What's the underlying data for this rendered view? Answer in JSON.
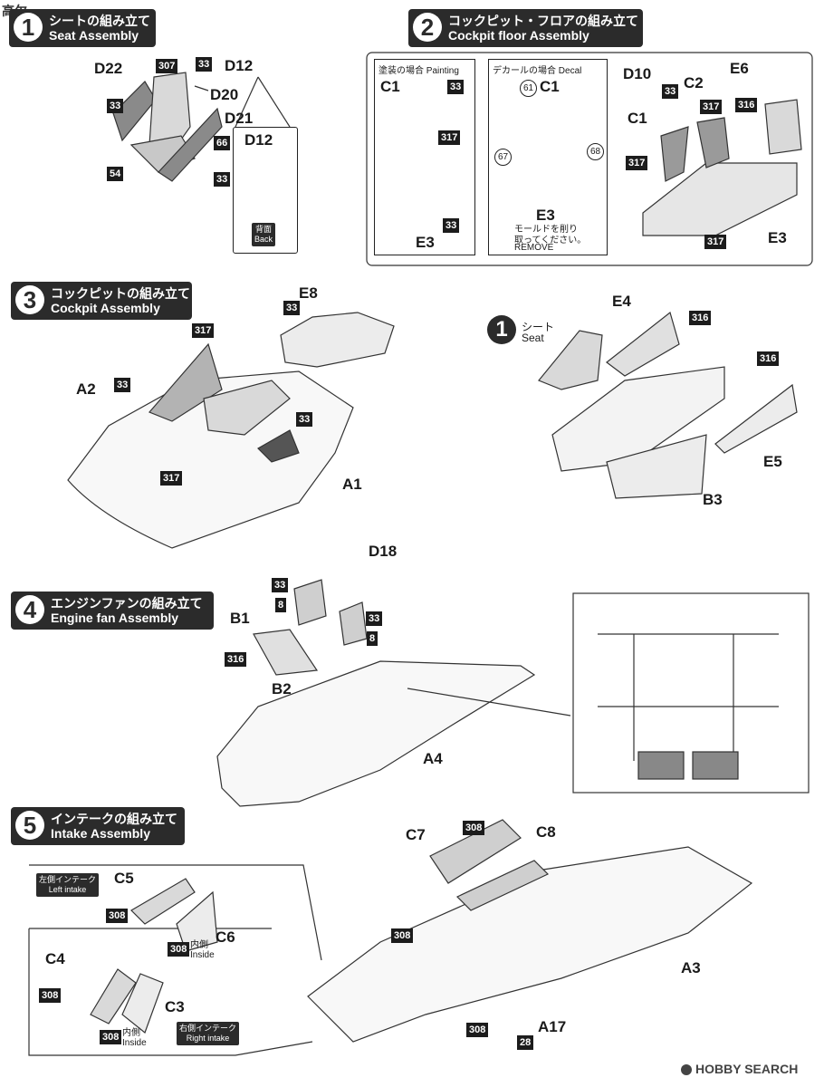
{
  "watermark_top": {
    "text": "高尔"
  },
  "steps": [
    {
      "num": "1",
      "jp": "シートの組み立て",
      "en": "Seat Assembly"
    },
    {
      "num": "2",
      "jp": "コックピット・フロアの組み立て",
      "en": "Cockpit floor Assembly"
    },
    {
      "num": "3",
      "jp": "コックピットの組み立て",
      "en": "Cockpit Assembly"
    },
    {
      "num": "4",
      "jp": "エンジンファンの組み立て",
      "en": "Engine fan Assembly"
    },
    {
      "num": "5",
      "jp": "インテークの組み立て",
      "en": "Intake Assembly"
    }
  ],
  "step1": {
    "parts": [
      "D22",
      "D20",
      "D21",
      "D12"
    ],
    "paints": [
      "307",
      "33",
      "33",
      "66",
      "54",
      "33"
    ],
    "detail_label": "D12",
    "back_jp": "背面",
    "back_en": "Back"
  },
  "step2": {
    "painting_jp": "塗装の場合",
    "painting_en": "Painting",
    "decal_jp": "デカールの場合",
    "decal_en": "Decal",
    "painting_parts": [
      "C1",
      "E3"
    ],
    "painting_paints": [
      "33",
      "317",
      "33"
    ],
    "decal_parts": [
      "C1",
      "E3"
    ],
    "decal_numbers": [
      "61",
      "67",
      "68"
    ],
    "remove_jp_line1": "モールドを削り",
    "remove_jp_line2": "取ってください。",
    "remove_en": "REMOVE",
    "assembly_parts": [
      "D10",
      "C2",
      "E6",
      "C1",
      "E3"
    ],
    "assembly_paints": [
      "33",
      "317",
      "316",
      "317",
      "317"
    ]
  },
  "step3": {
    "parts": [
      "E8",
      "A2",
      "A1"
    ],
    "paints": [
      "33",
      "317",
      "33",
      "33",
      "317"
    ],
    "seat_ref_num": "1",
    "seat_ref_jp": "シート",
    "seat_ref_en": "Seat",
    "floor_parts": [
      "E4",
      "E5",
      "B3"
    ],
    "floor_paints": [
      "316",
      "316"
    ]
  },
  "step4": {
    "parts": [
      "D18",
      "B1",
      "B2",
      "A4"
    ],
    "paints": [
      "33",
      "8",
      "33",
      "8",
      "316"
    ]
  },
  "step5": {
    "left_intake_jp": "左側インテーク",
    "left_intake_en": "Left intake",
    "right_intake_jp": "右側インテーク",
    "right_intake_en": "Right intake",
    "inside_jp": "内側",
    "inside_en": "Inside",
    "parts": [
      "C5",
      "C6",
      "C4",
      "C3",
      "C7",
      "C8",
      "A3",
      "A17"
    ],
    "paints": [
      "308",
      "308",
      "308",
      "308",
      "308",
      "308",
      "308",
      "28"
    ]
  },
  "footer": {
    "watermark": "HOBBY SEARCH"
  }
}
